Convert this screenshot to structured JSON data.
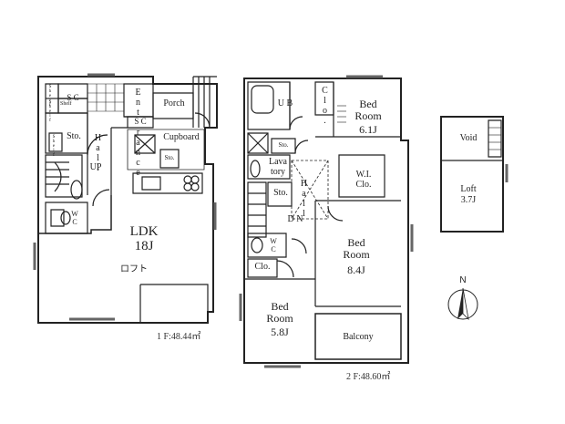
{
  "floor1": {
    "area": "1 F:48.44㎡",
    "ldk_name": "LDK",
    "ldk_size": "18J",
    "loft": "ロフト",
    "cupboard": "Cupboard",
    "porch": "Porch",
    "entrance": "Ent rance",
    "hall": "Hall",
    "up": "UP",
    "sto_main": "Sto.",
    "sto_kitchen": "Sto.",
    "sc_top": "S C",
    "sc_bottom": "S C",
    "wc": "W C",
    "shelf": "Shelf",
    "shelf2": "Shelf",
    "shelf3": "Shelf",
    "shelf4": "Shelf"
  },
  "floor2": {
    "area": "2 F:48.60㎡",
    "bed1_name": "Bed Room",
    "bed1_size": "6.1J",
    "bed2_name": "Bed Room",
    "bed2_size": "8.4J",
    "bed3_name": "Bed Room",
    "bed3_size": "5.8J",
    "balcony": "Balcony",
    "ub": "U B",
    "clo_top": "Clo.",
    "clo_bottom": "Clo.",
    "lavatory": "Lava tory",
    "wiclo": "W.I. Clo.",
    "sto": "Sto.",
    "sto_small": "Sto.",
    "hall": "Hall",
    "dn": "D N",
    "wc": "W C"
  },
  "loft": {
    "void": "Void",
    "loft_name": "Loft",
    "loft_size": "3.7J"
  },
  "compass": {
    "north": "N"
  }
}
